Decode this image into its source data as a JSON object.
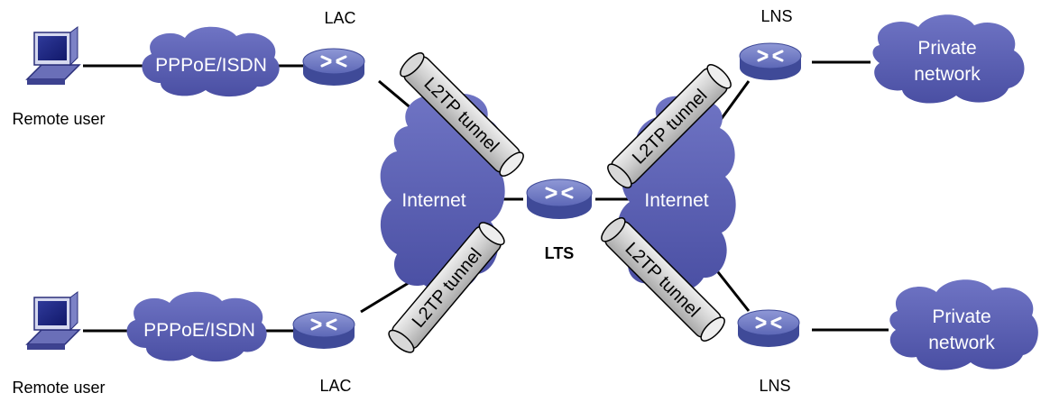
{
  "labels": {
    "remote_user_top": "Remote user",
    "remote_user_bottom": "Remote user",
    "cloud_access_top": "PPPoE/ISDN",
    "cloud_access_bottom": "PPPoE/ISDN",
    "cloud_internet_left": "Internet",
    "cloud_internet_right": "Internet",
    "private_top_line1": "Private",
    "private_top_line2": "network",
    "private_bottom_line1": "Private",
    "private_bottom_line2": "network",
    "lac_top": "LAC",
    "lac_bottom": "LAC",
    "lns_top": "LNS",
    "lns_bottom": "LNS",
    "lts": "LTS",
    "tunnel_1": "L2TP tunnel",
    "tunnel_2": "L2TP tunnel",
    "tunnel_3": "L2TP tunnel",
    "tunnel_4": "L2TP tunnel"
  },
  "colors": {
    "cloud": "#5a5fb4",
    "router_body": "#5662b0",
    "tunnel": "#c8c8c8",
    "link": "#000000"
  }
}
